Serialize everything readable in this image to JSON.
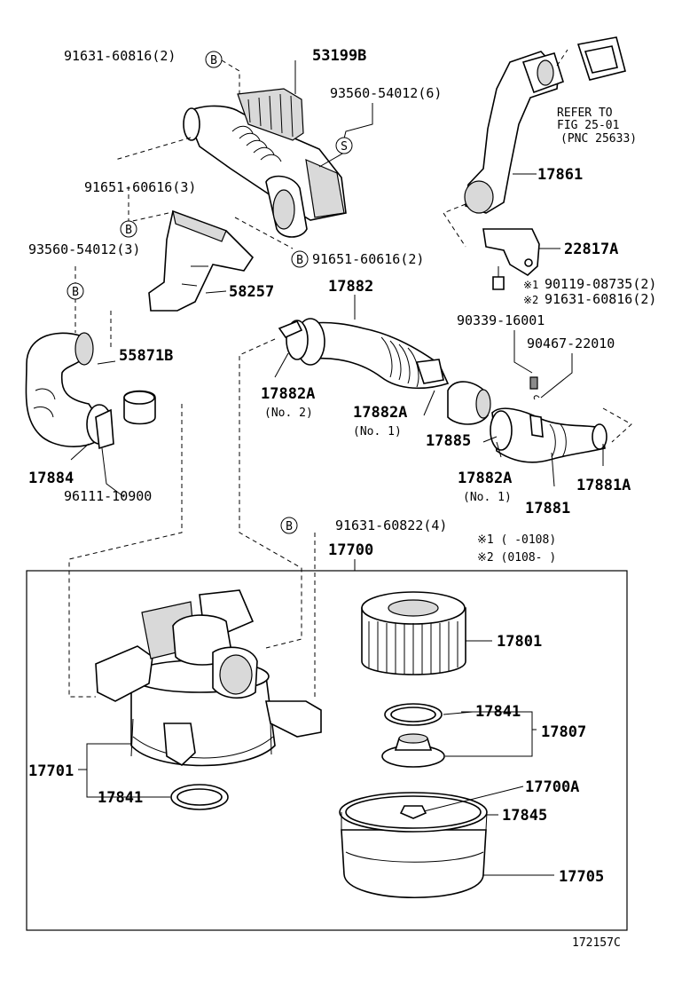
{
  "labels": {
    "p53199b": "53199B",
    "p91631_60816": "91631-60816(2)",
    "p93560_54012_6": "93560-54012(6)",
    "p91651_60616_3": "91651-60616(3)",
    "p93560_54012_3": "93560-54012(3)",
    "p91651_60616_2": "91651-60616(2)",
    "p58257": "58257",
    "p55871b": "55871B",
    "p17884": "17884",
    "p96111": "96111-10900",
    "p17861": "17861",
    "p22817a": "22817A",
    "p90119": "90119-08735(2)",
    "p91631_60816_2b": "91631-60816(2)",
    "p17882": "17882",
    "p90339": "90339-16001",
    "p90467": "90467-22010",
    "p17882a_no2": "17882A",
    "no2": "(No. 2)",
    "p17882a_no1a": "17882A",
    "no1a": "(No. 1)",
    "p17885": "17885",
    "p17882a_no1b": "17882A",
    "no1b": "(No. 1)",
    "p17881": "17881",
    "p17881a": "17881A",
    "p91631_60822": "91631-60822(4)",
    "p17700": "17700",
    "note1": "※1 (       -0108)",
    "note2": "※2 (0108-       )",
    "star1": "※1",
    "star2": "※2",
    "p17801": "17801",
    "p17841_a": "17841",
    "p17807": "17807",
    "p17701": "17701",
    "p17841_b": "17841",
    "p17700a": "17700A",
    "p17845": "17845",
    "p17705": "17705",
    "refer1": "REFER TO",
    "refer2": "FIG 25-01",
    "refer3": "(PNC 25633)",
    "code": "172157C",
    "mark_b": "B",
    "mark_s": "S"
  }
}
